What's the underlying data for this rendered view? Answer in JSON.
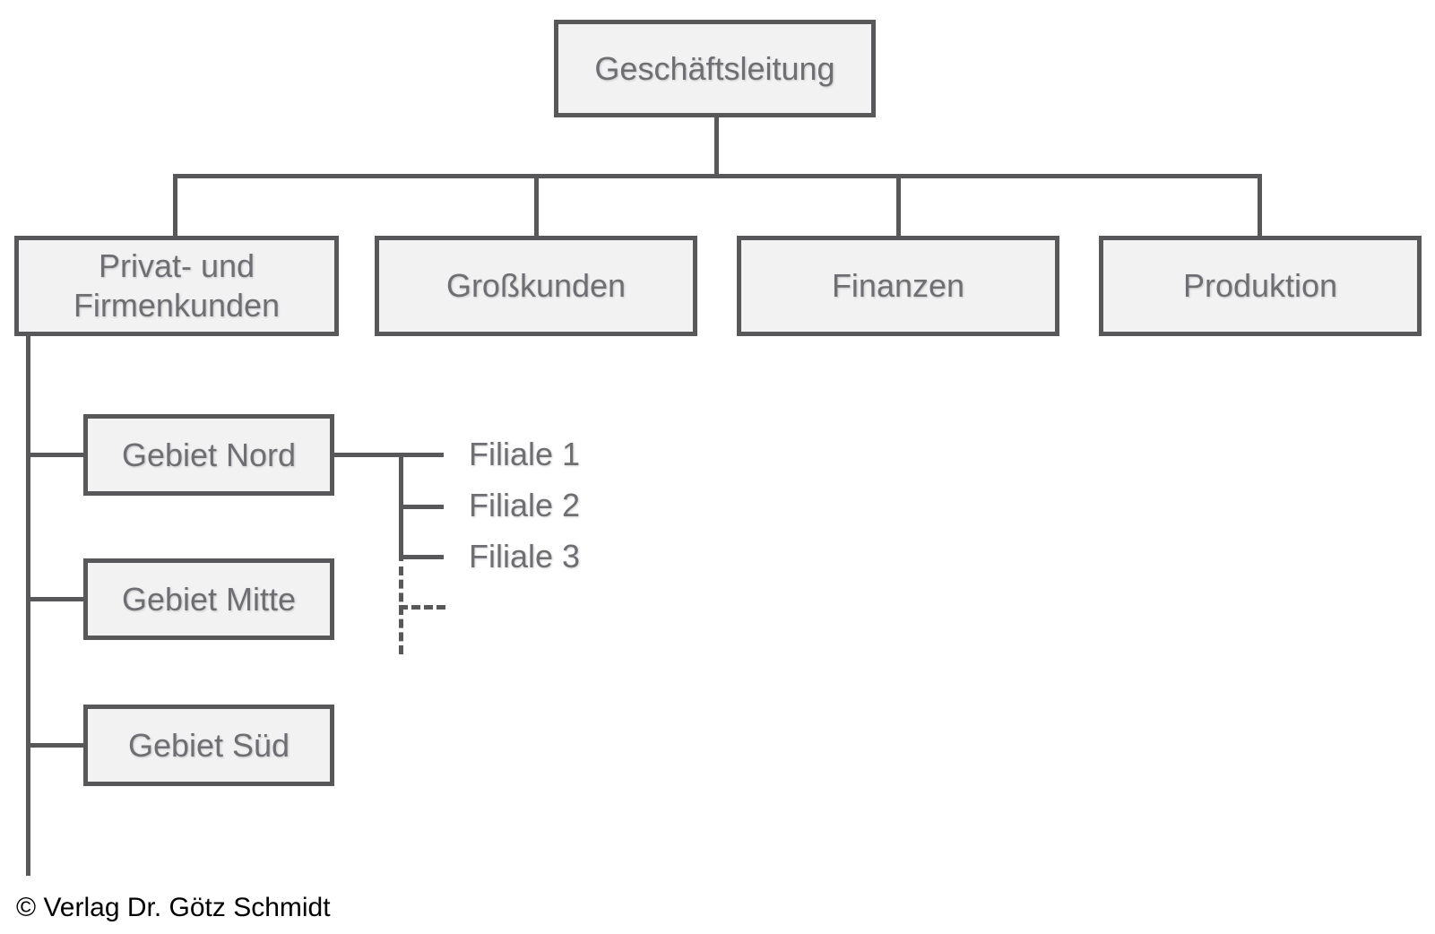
{
  "diagram": {
    "root": {
      "label": "Geschäftsleitung"
    },
    "departments": [
      {
        "label": "Privat- und Firmenkunden"
      },
      {
        "label": "Großkunden"
      },
      {
        "label": "Finanzen"
      },
      {
        "label": "Produktion"
      }
    ],
    "regions": [
      {
        "label": "Gebiet Nord"
      },
      {
        "label": "Gebiet Mitte"
      },
      {
        "label": "Gebiet Süd"
      }
    ],
    "branches": [
      {
        "label": "Filiale 1"
      },
      {
        "label": "Filiale 2"
      },
      {
        "label": "Filiale 3"
      }
    ],
    "footer": "© Verlag Dr. Götz Schmidt",
    "colors": {
      "line": "#58585a",
      "box_fill": "#f2f2f2",
      "box_border": "#58585a",
      "box_text": "#6e6e73",
      "footer_text": "#000000",
      "background": "#ffffff"
    }
  }
}
